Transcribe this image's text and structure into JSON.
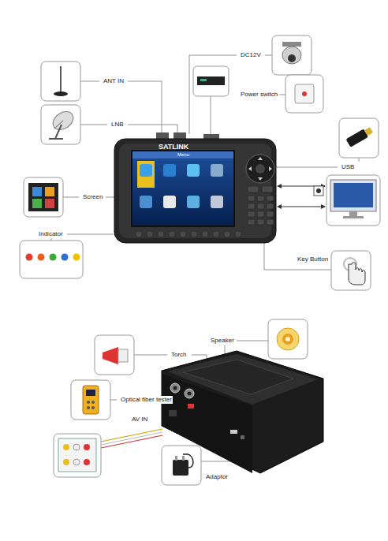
{
  "diagram": {
    "labels": [
      "ANT IN",
      "LNB",
      "Screen",
      "Indicator",
      "DC12V",
      "Power switch",
      "USB",
      "Key Button",
      "Torch",
      "Speaker",
      "Optical fiber tester",
      "AV IN",
      "Adaptor",
      "SATLINK",
      "Menu"
    ]
  }
}
